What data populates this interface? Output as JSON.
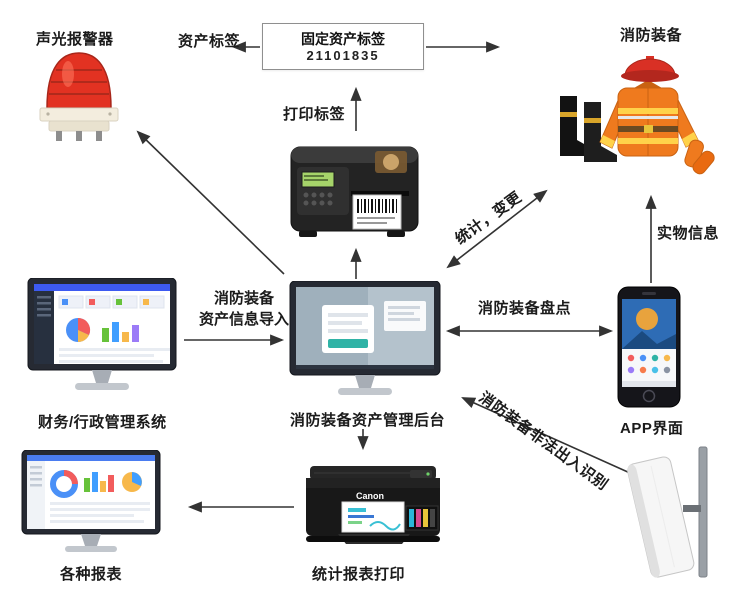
{
  "labels": {
    "alarm": "声光报警器",
    "asset_tag": "资产标签",
    "fire_equipment": "消防装备",
    "print_label": "打印标签",
    "stats_change": "统计，变更",
    "physical_info": "实物信息",
    "finance_system": "财务/行政管理系统",
    "import_line1": "消防装备",
    "import_line2": "资产信息导入",
    "backend": "消防装备资产管理后台",
    "inventory": "消防装备盘点",
    "app_ui": "APP界面",
    "illegal_access": "消防装备非法出入识别",
    "reports": "各种报表",
    "report_print": "统计报表打印"
  },
  "asset_tag_box": {
    "title": "固定资产标签",
    "number": "21101835"
  },
  "devices": {
    "printer_brand": "Canon"
  },
  "colors": {
    "arrow": "#333333",
    "alarm_red": "#e23222",
    "gear_orange": "#ef7a1e",
    "accent_teal": "#2fb3a6"
  }
}
